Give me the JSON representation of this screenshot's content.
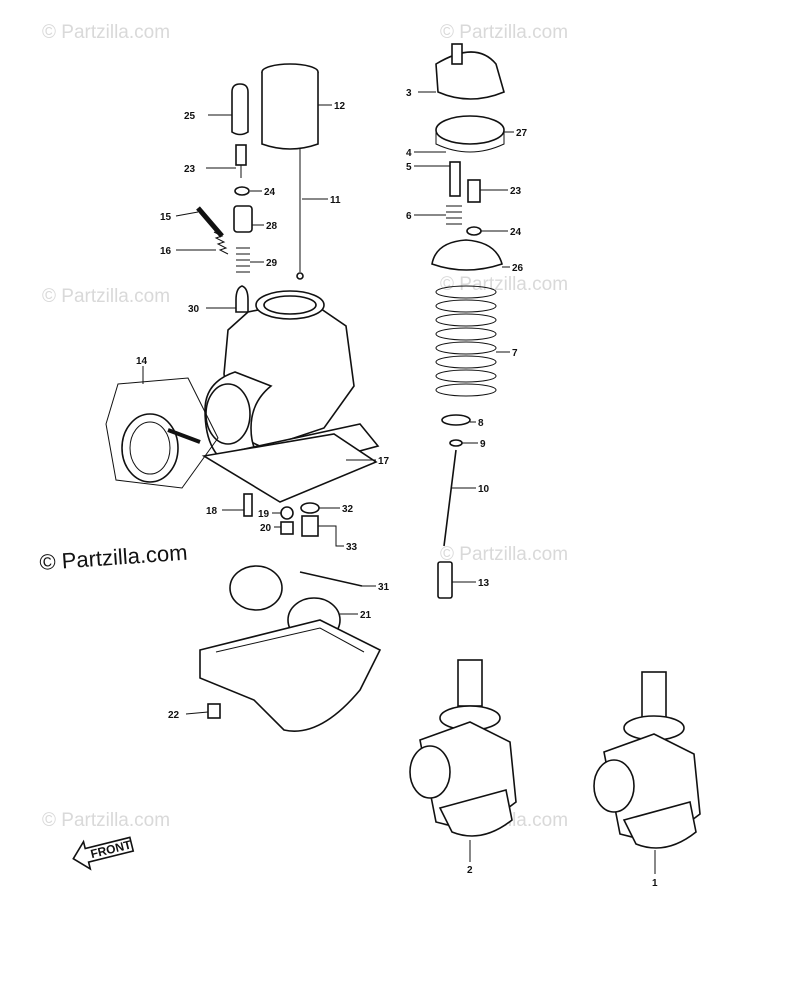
{
  "watermark": {
    "text": "© Partzilla.com"
  },
  "front_label": "FRONT",
  "callouts": [
    "1",
    "2",
    "3",
    "4",
    "5",
    "6",
    "7",
    "8",
    "9",
    "10",
    "11",
    "12",
    "13",
    "14",
    "15",
    "16",
    "17",
    "18",
    "19",
    "20",
    "21",
    "22",
    "23",
    "23",
    "24",
    "24",
    "25",
    "26",
    "27",
    "28",
    "29",
    "30",
    "31",
    "32",
    "33"
  ]
}
